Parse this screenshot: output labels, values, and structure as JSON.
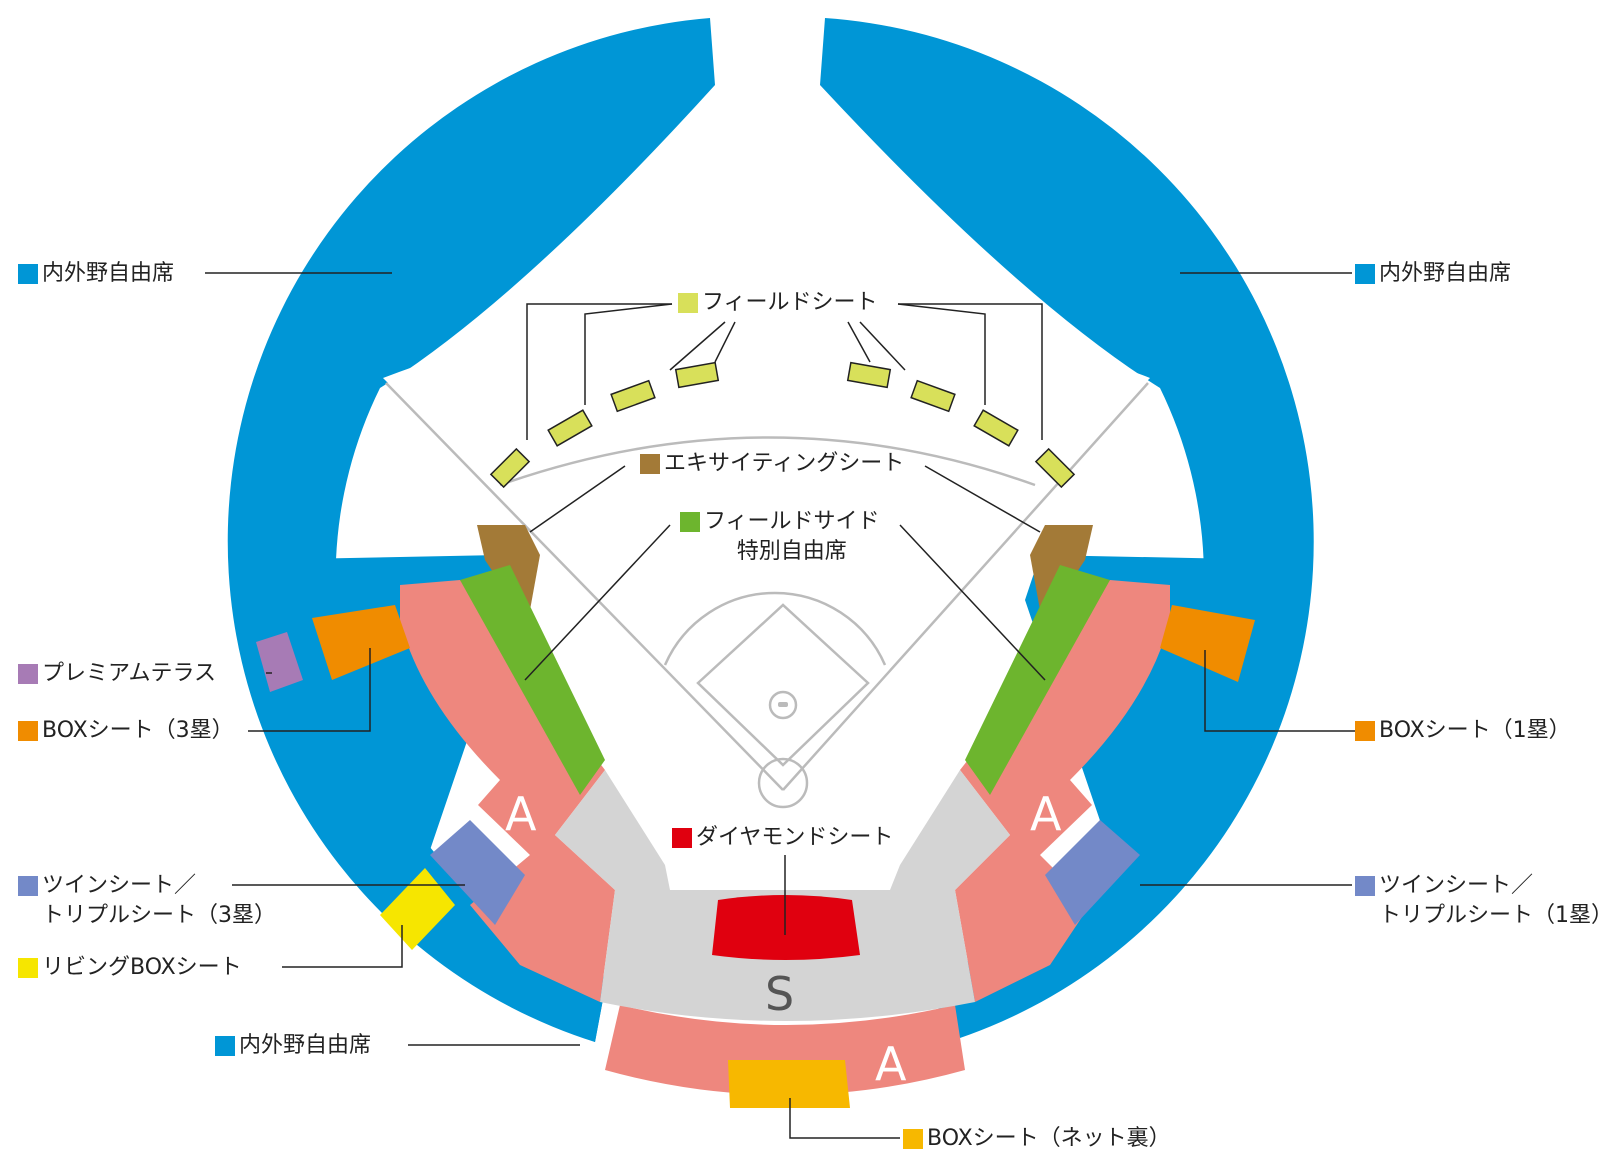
{
  "colors": {
    "free_seat": "#0096d6",
    "field_seat": "#d8e05a",
    "exciting_seat": "#a37a37",
    "field_side": "#6db52e",
    "premium_terrace": "#a77bb5",
    "box_seat": "#f08c00",
    "a_zone": "#ee877e",
    "s_zone": "#d4d4d4",
    "twin_seat": "#7389c8",
    "living_box": "#f6e600",
    "diamond_seat": "#e0000f",
    "box_net": "#f7b800",
    "leader_line": "#222222"
  },
  "labels": {
    "free_left_top": "内外野自由席",
    "free_right_top": "内外野自由席",
    "field_seat": "フィールドシート",
    "exciting_seat": "エキサイティングシート",
    "field_side_line1": "フィールドサイド",
    "field_side_line2": "特別自由席",
    "premium_terrace": "プレミアムテラス",
    "box_3b": "BOXシート（3塁）",
    "box_1b": "BOXシート（1塁）",
    "twin_3b_line1": "ツインシート／",
    "twin_3b_line2": "トリプルシート（3塁）",
    "twin_1b_line1": "ツインシート／",
    "twin_1b_line2": "トリプルシート（1塁）",
    "living_box": "リビングBOXシート",
    "free_bottom": "内外野自由席",
    "diamond_seat": "ダイヤモンドシート",
    "box_net": "BOXシート（ネット裏）"
  },
  "zones": {
    "a_left": "A",
    "a_right": "A",
    "a_bottom": "A",
    "s": "S"
  }
}
